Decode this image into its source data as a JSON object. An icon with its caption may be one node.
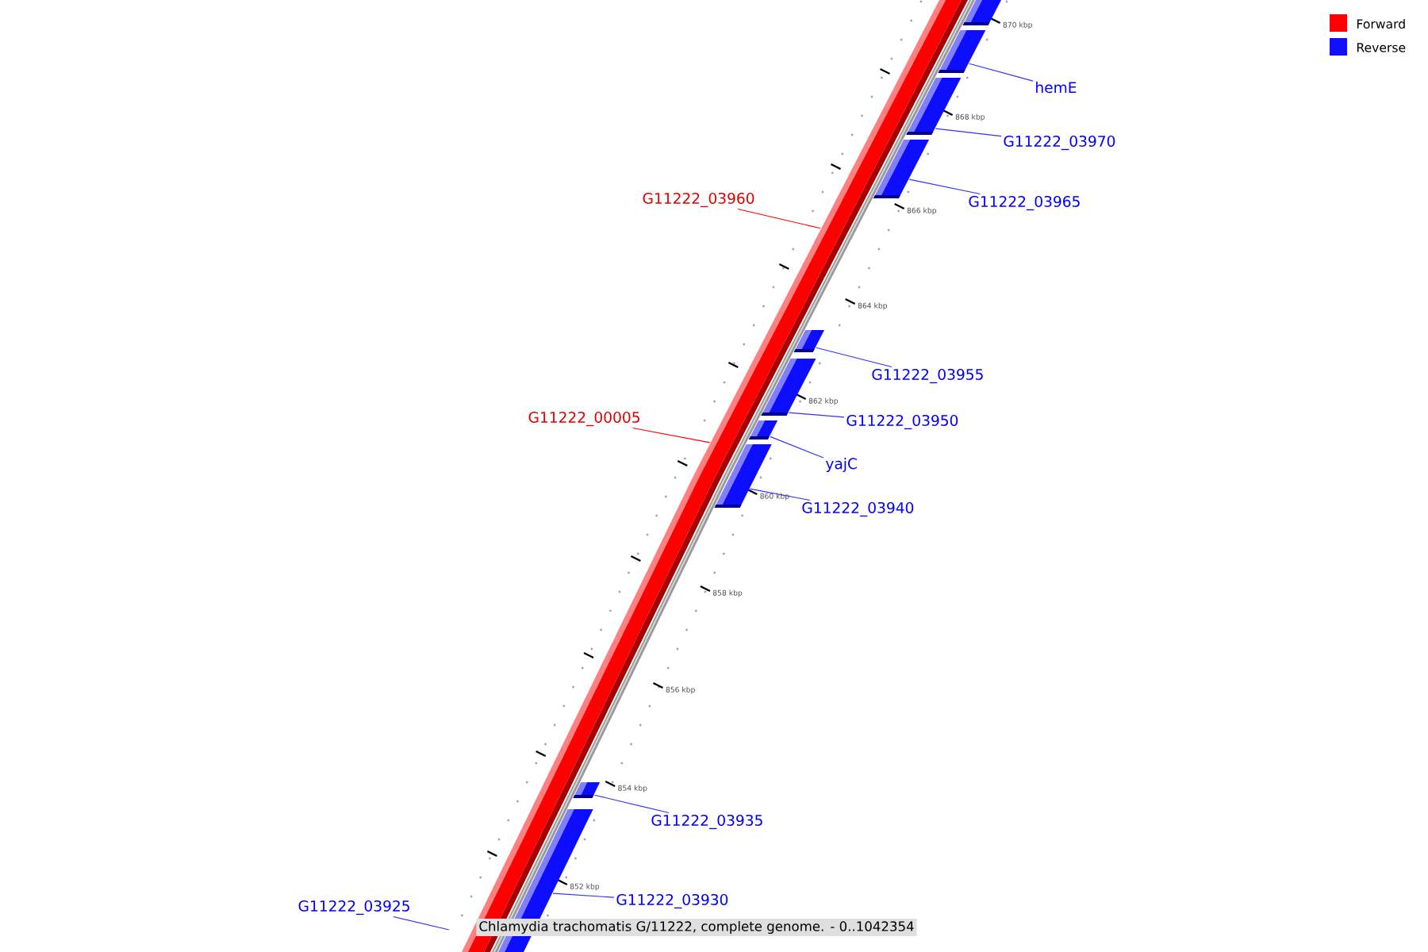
{
  "diagram": {
    "caption": "Chlamydia trachomatis G/11222, complete genome. - 0..1042354",
    "nodes": [
      {
        "text": [
          "hemE"
        ]
      },
      {
        "text": [
          "G11222_03970"
        ]
      },
      {
        "text": [
          "G11222_03965"
        ]
      },
      {
        "text": [
          "G11222_03960"
        ]
      },
      {
        "text": [
          "G11222_03955"
        ]
      },
      {
        "text": [
          "G11222_03950"
        ]
      },
      {
        "text": [
          "G11222_00005"
        ]
      },
      {
        "text": [
          "yajC"
        ]
      },
      {
        "text": [
          "G11222_03940"
        ]
      },
      {
        "text": [
          "G11222_03935"
        ]
      },
      {
        "text": [
          "G11222_03930"
        ]
      },
      {
        "text": [
          "G11222_03925"
        ]
      },
      {
        "text": [],
        "shape": "bar"
      },
      {
        "text": [],
        "shape": "bar"
      },
      {
        "text": [],
        "shape": "bar"
      },
      {
        "text": [],
        "shape": "bar"
      },
      {
        "text": [],
        "shape": "bar"
      },
      {
        "text": [],
        "shape": "bar"
      },
      {
        "text": [],
        "shape": "bar"
      },
      {
        "text": [],
        "shape": "bar"
      },
      {
        "text": [],
        "shape": "bar"
      },
      {
        "text": [],
        "shape": "bar"
      },
      {
        "text": [],
        "shape": "bar"
      },
      {
        "text": [],
        "shape": "bar"
      }
    ],
    "edges": [
      {
        "from": 0,
        "to": 13,
        "arrow": "none"
      },
      {
        "from": 1,
        "to": 14,
        "arrow": "none"
      },
      {
        "from": 2,
        "to": 16,
        "arrow": "none"
      },
      {
        "from": 3,
        "to": 15,
        "arrow": "none",
        "color": "#ff0000"
      },
      {
        "from": 4,
        "to": 17,
        "arrow": "none"
      },
      {
        "from": 5,
        "to": 18,
        "arrow": "none"
      },
      {
        "from": 6,
        "to": 21,
        "arrow": "none",
        "color": "#ff0000"
      },
      {
        "from": 7,
        "to": 19,
        "arrow": "none"
      },
      {
        "from": 8,
        "to": 20,
        "arrow": "none"
      },
      {
        "from": 9,
        "to": 22,
        "arrow": "none"
      },
      {
        "from": 10,
        "to": 23,
        "arrow": "none"
      },
      {
        "from": 11,
        "to": null,
        "arrow": "none"
      }
    ],
    "labels": [
      "870 kbp",
      "868 kbp",
      "866 kbp",
      "864 kbp",
      "862 kbp",
      "860 kbp",
      "858 kbp",
      "856 kbp",
      "854 kbp",
      "852 kbp"
    ],
    "legend": [
      {
        "text": "Forward",
        "color": "#ff0000"
      },
      {
        "text": "Reverse",
        "color": "#1010ff"
      }
    ]
  }
}
